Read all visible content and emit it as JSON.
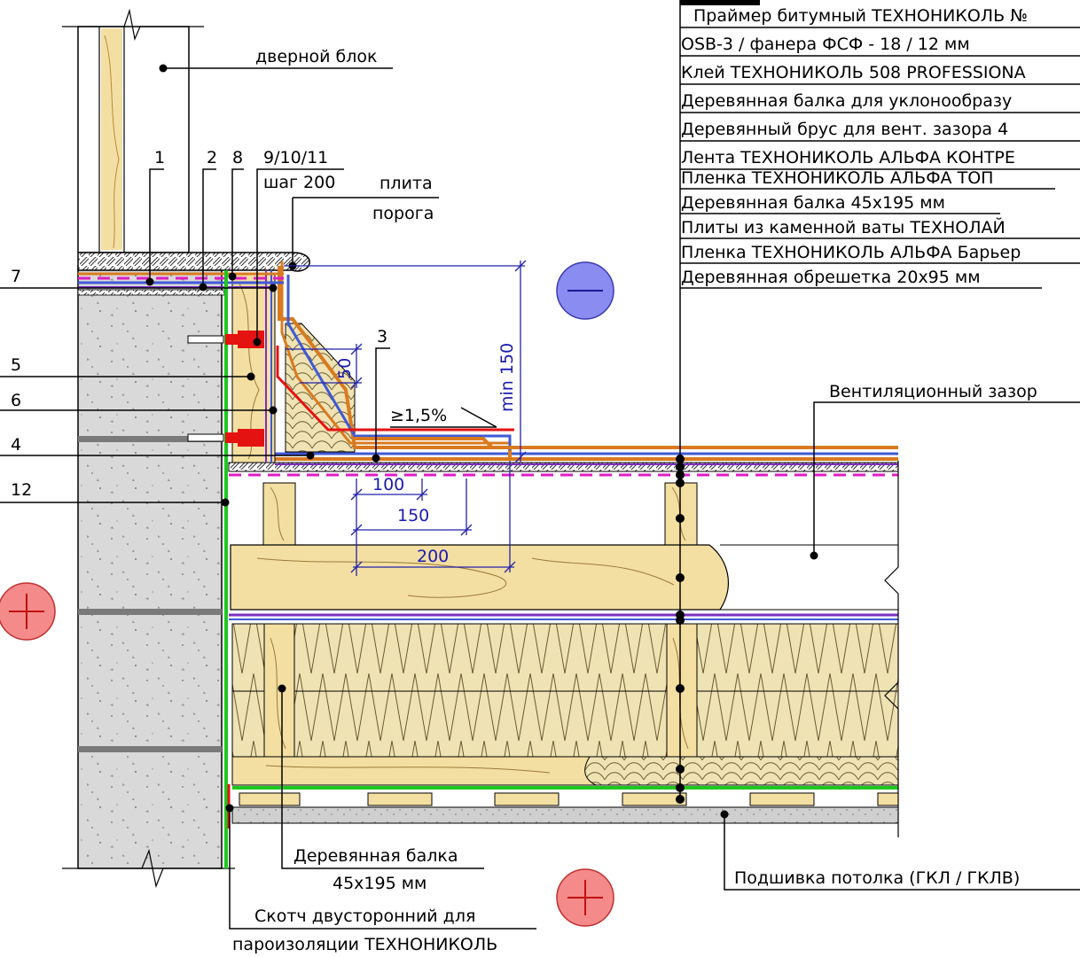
{
  "legend_items": [
    "Праймер битумный ТЕХНОНИКОЛЬ №",
    "OSB-3 / фанера ФСФ - 18 / 12 мм",
    "Клей ТЕХНОНИКОЛЬ 508 PROFESSIONA",
    "Деревянная балка для уклонообразу",
    "Деревянный брус для вент. зазора 4",
    "Лента ТЕХНОНИКОЛЬ АЛЬФА КОНТРЕ",
    "Пленка ТЕХНОНИКОЛЬ АЛЬФА ТОП",
    "Деревянная балка 45х195 мм",
    "Плиты из каменной ваты ТЕХНОЛАЙ",
    "Пленка ТЕХНОНИКОЛЬ АЛЬФА Барьер",
    "Деревянная обрешетка 20х95 мм"
  ],
  "labels": {
    "door_block": "дверной блок",
    "threshold_line1": "плита",
    "threshold_line2": "порога",
    "pitch_line1": "шаг 200",
    "vent_gap": "Вентиляционный зазор",
    "beam_line1": "Деревянная балка",
    "beam_line2": "45х195 мм",
    "tape_line1": "Скотч двусторонний для",
    "tape_line2": "пароизоляции ТЕХНОНИКОЛЬ",
    "ceiling": "Подшивка потолка (ГКЛ / ГКЛВ)",
    "slope": "≥1,5%"
  },
  "callouts": [
    "1",
    "2",
    "8",
    "9/10/11",
    "7",
    "5",
    "6",
    "4",
    "12",
    "3"
  ],
  "dimensions": {
    "d50": "50",
    "d150v": "min 150",
    "d100": "100",
    "d150": "150",
    "d200": "200"
  },
  "colors": {
    "insulation": "#efe3b4",
    "wood": "#f4dfa2",
    "concrete": "#dadada",
    "membrane_orange": "#d97a1f",
    "membrane_blue": "#3f59d6",
    "membrane_purple": "#7b2fbf",
    "magenta": "#e01cc4",
    "red": "#e51212",
    "green": "#1ec81e",
    "minus_zone": "#8a8cf2",
    "plus_zone": "#f48a8a"
  }
}
